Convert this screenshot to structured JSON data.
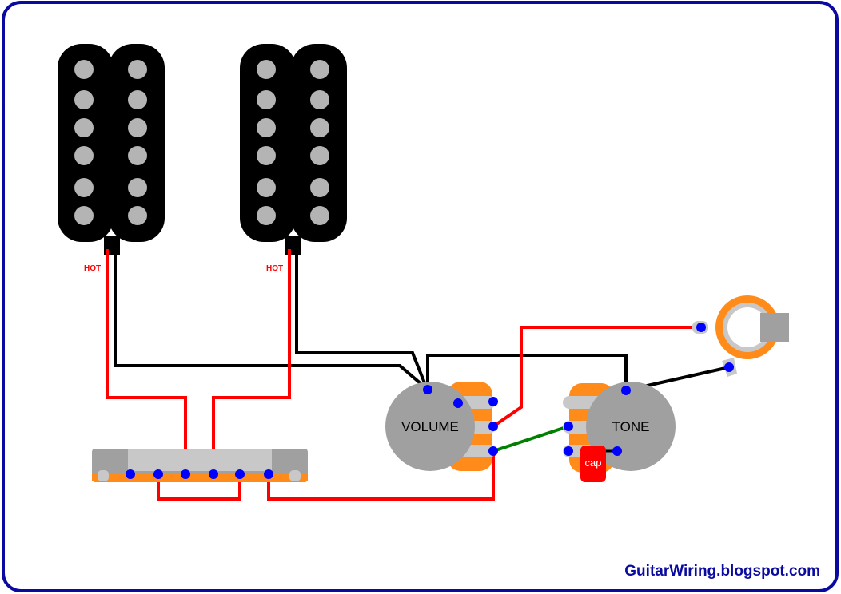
{
  "labels": {
    "hot_left": "HOT",
    "hot_right": "HOT",
    "volume": "VOLUME",
    "tone": "TONE",
    "cap": "cap",
    "credit": "GuitarWiring.blogspot.com"
  },
  "colors": {
    "border": "#0a0aa0",
    "pickup_body": "#000000",
    "pole": "#b4b4b4",
    "hot_wire": "#ff0000",
    "ground_wire": "#000000",
    "tone_wire": "#008000",
    "pot_body": "#a0a0a0",
    "lug_orange": "#ff8c1a",
    "solder": "#0000ff",
    "cap": "#ff0000",
    "credit_text": "#0a0aa0"
  },
  "components": [
    "pickup-neck-humbucker",
    "pickup-bridge-humbucker",
    "selector-switch",
    "volume-pot",
    "tone-pot",
    "tone-capacitor",
    "output-jack"
  ]
}
